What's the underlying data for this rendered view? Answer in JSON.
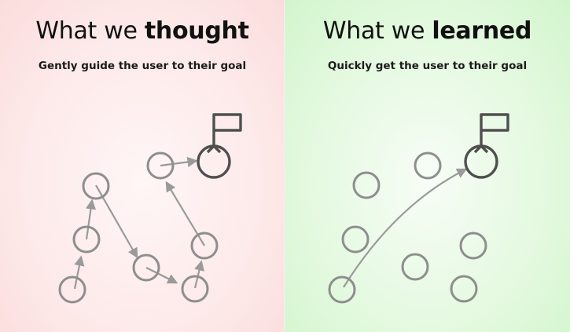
{
  "left": {
    "title_prefix": "What we ",
    "title_emphasis": "thought",
    "subtitle": "Gently guide the user to their goal"
  },
  "right": {
    "title_prefix": "What we ",
    "title_emphasis": "learned",
    "subtitle": "Quickly get the user to their goal"
  },
  "colors": {
    "left_background": "#fde9e9",
    "right_background": "#e3f9df",
    "node_stroke": "#8e8e8e",
    "goal_stroke": "#4f4f4f"
  },
  "icons": [
    "goal-flag-icon",
    "step-node-icon",
    "arrow-icon"
  ]
}
